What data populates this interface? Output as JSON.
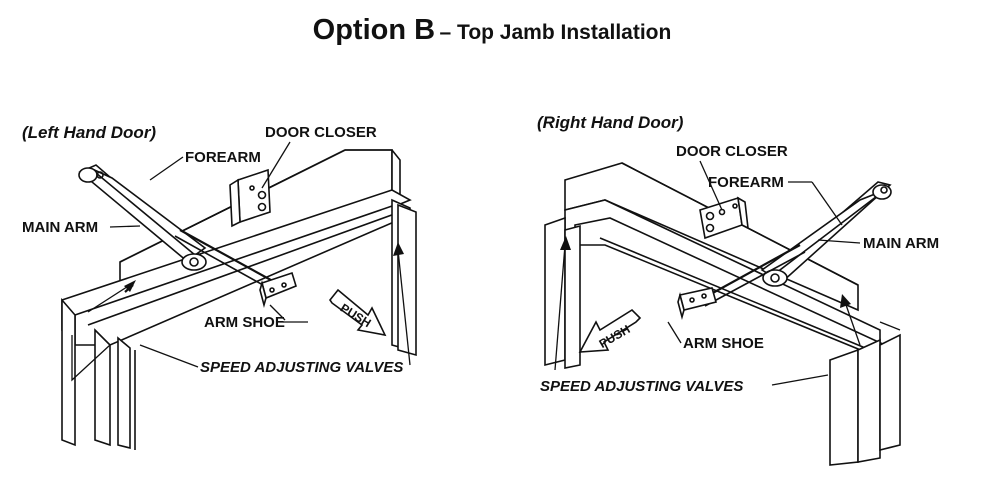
{
  "title": {
    "main": "Option B",
    "sub": "– Top Jamb Installation"
  },
  "left_diagram": {
    "caption": "(Left Hand Door)",
    "labels": {
      "door_closer": "DOOR CLOSER",
      "forearm": "FOREARM",
      "main_arm": "MAIN ARM",
      "arm_shoe": "ARM SHOE",
      "speed_valves": "SPEED ADJUSTING VALVES",
      "push": "PUSH"
    }
  },
  "right_diagram": {
    "caption": "(Right Hand Door)",
    "labels": {
      "door_closer": "DOOR CLOSER",
      "forearm": "FOREARM",
      "main_arm": "MAIN ARM",
      "arm_shoe": "ARM SHOE",
      "speed_valves": "SPEED ADJUSTING VALVES",
      "push": "PUSH"
    }
  }
}
